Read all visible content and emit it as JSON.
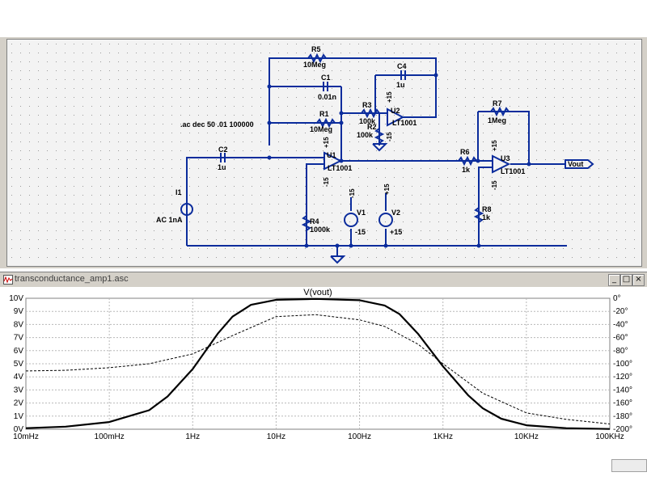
{
  "schematic": {
    "directive": ".ac dec 50 .01 100000",
    "components": {
      "R5": {
        "ref": "R5",
        "value": "10Meg"
      },
      "C1": {
        "ref": "C1",
        "value": "0.01n"
      },
      "R1": {
        "ref": "R1",
        "value": "10Meg"
      },
      "C4": {
        "ref": "C4",
        "value": "1u"
      },
      "R3": {
        "ref": "R3",
        "value": "100k"
      },
      "R2": {
        "ref": "R2",
        "value": "100k"
      },
      "U2": {
        "ref": "U2",
        "value": "LT1001"
      },
      "C2": {
        "ref": "C2",
        "value": "1u"
      },
      "U1": {
        "ref": "U1",
        "value": "LT1001"
      },
      "I1": {
        "ref": "I1",
        "value": "AC 1nA"
      },
      "R4": {
        "ref": "R4",
        "value": "1000k"
      },
      "V1": {
        "ref": "V1",
        "value": "-15"
      },
      "V2": {
        "ref": "V2",
        "value": "+15"
      },
      "R6": {
        "ref": "R6",
        "value": "1k"
      },
      "R7": {
        "ref": "R7",
        "value": "1Meg"
      },
      "U3": {
        "ref": "U3",
        "value": "LT1001"
      },
      "R8": {
        "ref": "R8",
        "value": "1k"
      }
    },
    "supply_labels": {
      "pos": "+15",
      "neg": "-15"
    },
    "output_label": "Vout"
  },
  "plot_window": {
    "title": "transconductance_amp1.asc",
    "buttons": {
      "minimize": "_",
      "restore": "□",
      "close": "×"
    }
  },
  "chart_data": {
    "type": "line",
    "title": "V(vout)",
    "x_scale": "log",
    "x_ticks": [
      "10mHz",
      "100mHz",
      "1Hz",
      "10Hz",
      "100Hz",
      "1KHz",
      "10KHz",
      "100KHz"
    ],
    "y_ticks_left": [
      "10V",
      "9V",
      "8V",
      "7V",
      "6V",
      "5V",
      "4V",
      "3V",
      "2V",
      "1V",
      "0V"
    ],
    "y_ticks_right": [
      "0°",
      "-20°",
      "-40°",
      "-60°",
      "-80°",
      "-100°",
      "-120°",
      "-140°",
      "-160°",
      "-180°",
      "-200°"
    ],
    "ylim_left": [
      0,
      10
    ],
    "ylim_right": [
      -200,
      0
    ],
    "grid": true,
    "series": [
      {
        "name": "magnitude",
        "style": "solid",
        "color": "#000000",
        "x": [
          0.01,
          0.03,
          0.1,
          0.3,
          0.5,
          1,
          2,
          3,
          5,
          10,
          30,
          100,
          200,
          300,
          500,
          1000,
          2000,
          3000,
          5000,
          10000,
          30000,
          100000
        ],
        "y": [
          0.08,
          0.2,
          0.55,
          1.45,
          2.5,
          4.6,
          7.3,
          8.6,
          9.5,
          9.88,
          9.95,
          9.85,
          9.45,
          8.8,
          7.3,
          4.8,
          2.6,
          1.6,
          0.8,
          0.3,
          0.08,
          0.02
        ]
      },
      {
        "name": "phase",
        "style": "dashed",
        "color": "#000000",
        "x": [
          0.01,
          0.03,
          0.1,
          0.3,
          1,
          3,
          10,
          30,
          100,
          200,
          500,
          1000,
          3000,
          10000,
          30000,
          100000
        ],
        "y": [
          -111,
          -110,
          -106,
          -100,
          -85,
          -57,
          -28,
          -25,
          -33,
          -43,
          -70,
          -100,
          -145,
          -175,
          -185,
          -192
        ]
      }
    ]
  }
}
